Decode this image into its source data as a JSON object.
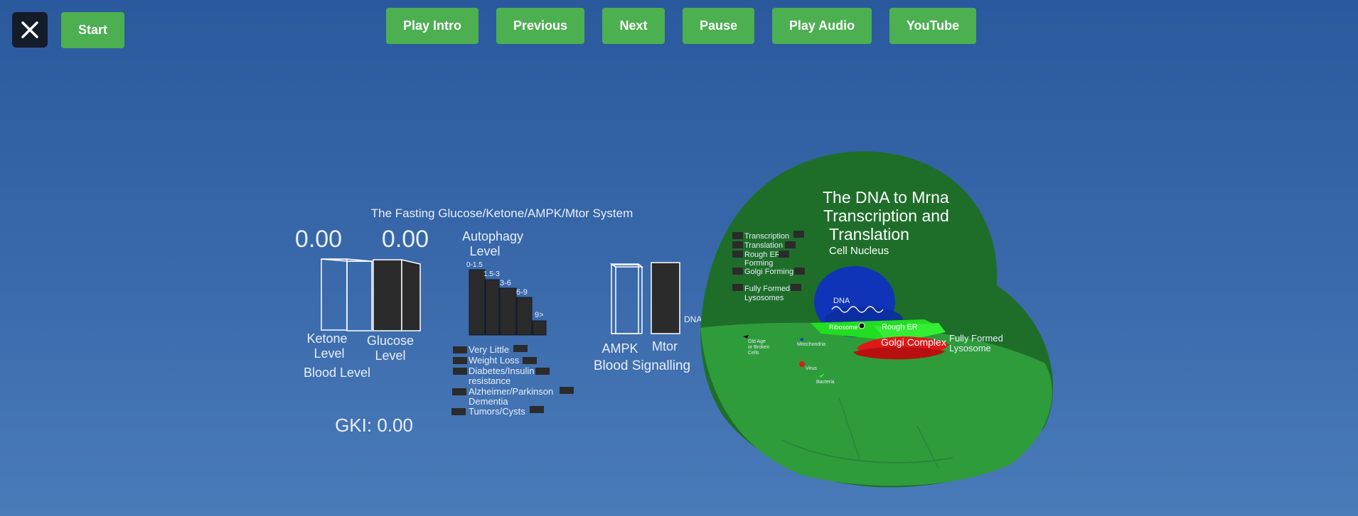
{
  "toolbar": {
    "close_icon": "close-icon",
    "start_label": "Start",
    "play_intro_label": "Play Intro",
    "previous_label": "Previous",
    "next_label": "Next",
    "pause_label": "Pause",
    "play_audio_label": "Play Audio",
    "youtube_label": "YouTube",
    "button_color": "#4caf50"
  },
  "panel": {
    "title": "The Fasting Glucose/Ketone/AMPK/Mtor System",
    "ketone_value": "0.00",
    "glucose_value": "0.00",
    "ketone_label_1": "Ketone",
    "ketone_label_2": "Level",
    "glucose_label_1": "Glucose",
    "glucose_label_2": "Level",
    "blood_level_label": "Blood Level",
    "autophagy_label_1": "Autophagy",
    "autophagy_label_2": "Level",
    "autophagy_ranges": [
      "0-1.5",
      "1.5-3",
      "3-6",
      "6-9",
      "9>"
    ],
    "legend": {
      "very_little": "Very Little",
      "weight_loss": "Weight Loss",
      "diabetes_1": "Diabetes/Insulin",
      "diabetes_2": "resistance",
      "alzheimer_1": "Alzheimer/Parkinson",
      "alzheimer_2": "Dementia",
      "tumors": "Tumors/Cysts"
    },
    "gki": "GKI: 0.00",
    "ampk_label": "AMPK",
    "mtor_label": "Mtor",
    "blood_signalling_label": "Blood Signalling",
    "dna_trigger": "DNA Trigger >>"
  },
  "cell": {
    "title_1": "The DNA to Mrna",
    "title_2": "Transcription and",
    "title_3": "Translation",
    "subtitle": "Cell Nucleus",
    "checklist": {
      "transcription": "Transcription",
      "translation": "Translation",
      "rough_er_1": "Rough ER",
      "rough_er_2": "Forming",
      "golgi_forming": "Golgi Forming",
      "lysosomes_1": "Fully Formed",
      "lysosomes_2": "Lysosomes"
    },
    "dna_label": "DNA",
    "ribosome_label": "Ribosome",
    "rough_er_label": "Rough ER",
    "golgi_label": "Golgi Complex",
    "fully_formed_1": "Fully Formed",
    "fully_formed_2": "Lysosome",
    "old_age_1": "Old Age",
    "old_age_2": "or Broken",
    "old_age_3": "Cells",
    "mitochondria": "Mitochondria",
    "virus": "Virus",
    "bacteria": "Bacteria",
    "cell_color": "#1e7a2c",
    "nucleus_color": "#1034b8",
    "golgi_color": "#e01818",
    "er_color": "#22dd22"
  }
}
